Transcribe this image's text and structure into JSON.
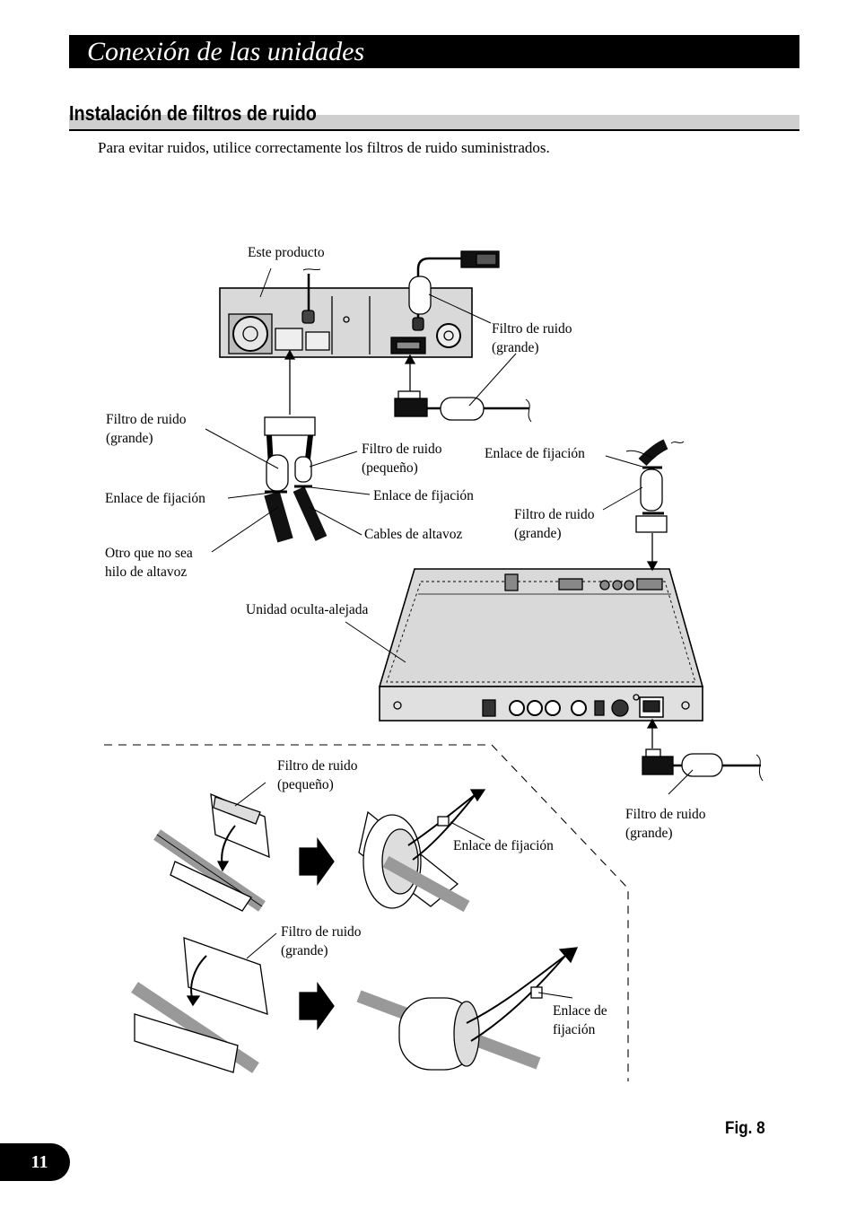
{
  "chapter": {
    "title": "Conexión de las unidades"
  },
  "section": {
    "heading": "Instalación de filtros de ruido",
    "intro": "Para evitar ruidos, utilice correctamente los filtros de ruido suministrados."
  },
  "figure": {
    "caption": "Fig. 8",
    "labels": {
      "este_producto": "Este producto",
      "filtro_grande_1": [
        "Filtro de ruido",
        "(grande)"
      ],
      "filtro_grande_2": [
        "Filtro de ruido",
        "(grande)"
      ],
      "filtro_pequeno_1": [
        "Filtro de ruido",
        "(pequeño)"
      ],
      "enlace_1": "Enlace de fijación",
      "enlace_2": "Enlace de fijación",
      "enlace_3": "Enlace de fijación",
      "filtro_grande_3": [
        "Filtro de ruido",
        "(grande)"
      ],
      "cables_altavoz": "Cables de altavoz",
      "otro_que_no": [
        "Otro que no sea",
        "hilo de altavoz"
      ],
      "unidad_oculta": "Unidad oculta-alejada",
      "filtro_grande_4": [
        "Filtro de ruido",
        "(grande)"
      ],
      "filtro_pequeno_2": [
        "Filtro de ruido",
        "(pequeño)"
      ],
      "enlace_4": "Enlace de fijación",
      "filtro_grande_5": [
        "Filtro de ruido",
        "(grande)"
      ],
      "enlace_5": [
        "Enlace de",
        "fijación"
      ]
    }
  },
  "page_number": "11"
}
